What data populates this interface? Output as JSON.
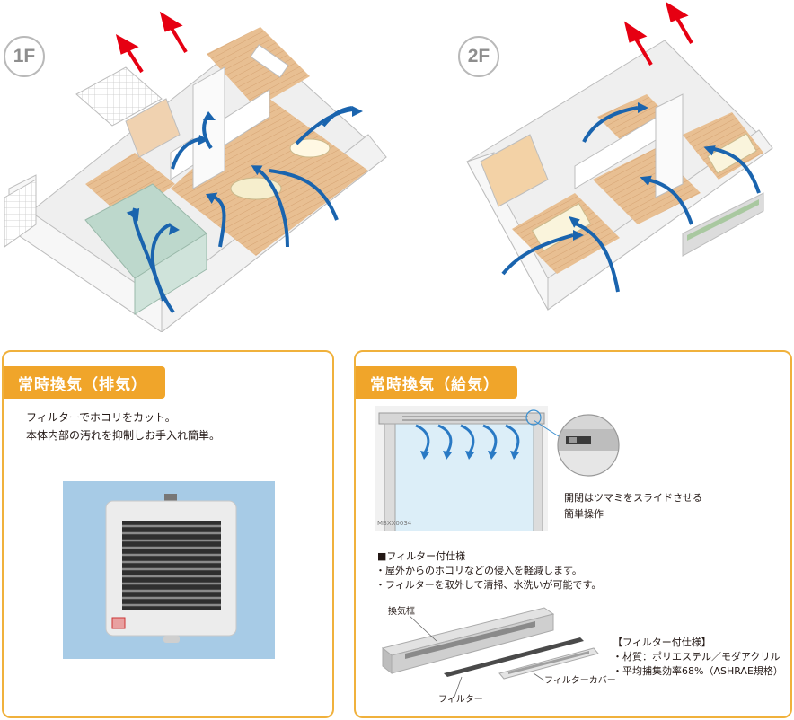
{
  "floors": {
    "first": "1F",
    "second": "2F"
  },
  "exhaust_panel": {
    "title": "常時換気（排気）",
    "description_line1": "フィルターでホコリをカット。",
    "description_line2": "本体内部の汚れを抑制しお手入れ簡単。"
  },
  "supply_panel": {
    "title": "常時換気（給気）",
    "window_code": "MBXX0034",
    "slide_note_line1": "開閉はツマミをスライドさせる",
    "slide_note_line2": "簡単操作",
    "filter_heading": "■フィルター付仕様",
    "filter_point1": "・屋外からのホコリなどの侵入を軽減します。",
    "filter_point2": "・フィルターを取外して清掃、水洗いが可能です。",
    "label_frame": "換気框",
    "label_filter": "フィルター",
    "label_filter_cover": "フィルターカバー",
    "spec_heading": "【フィルター付仕様】",
    "spec_material": "・材質：ポリエステル／モダアクリル",
    "spec_efficiency": "・平均捕集効率68%（ASHRAE規格）"
  },
  "colors": {
    "accent": "#f0a52a",
    "panel_border": "#f0b13c",
    "intake_arrow": "#1a64ae",
    "exhaust_arrow": "#e60012",
    "wood_floor": "#e4b98a",
    "sky_background": "#a7cbe6"
  },
  "icons": {
    "exhaust_arrow": "exhaust-arrow-icon",
    "intake_arrow": "intake-arrow-icon"
  }
}
